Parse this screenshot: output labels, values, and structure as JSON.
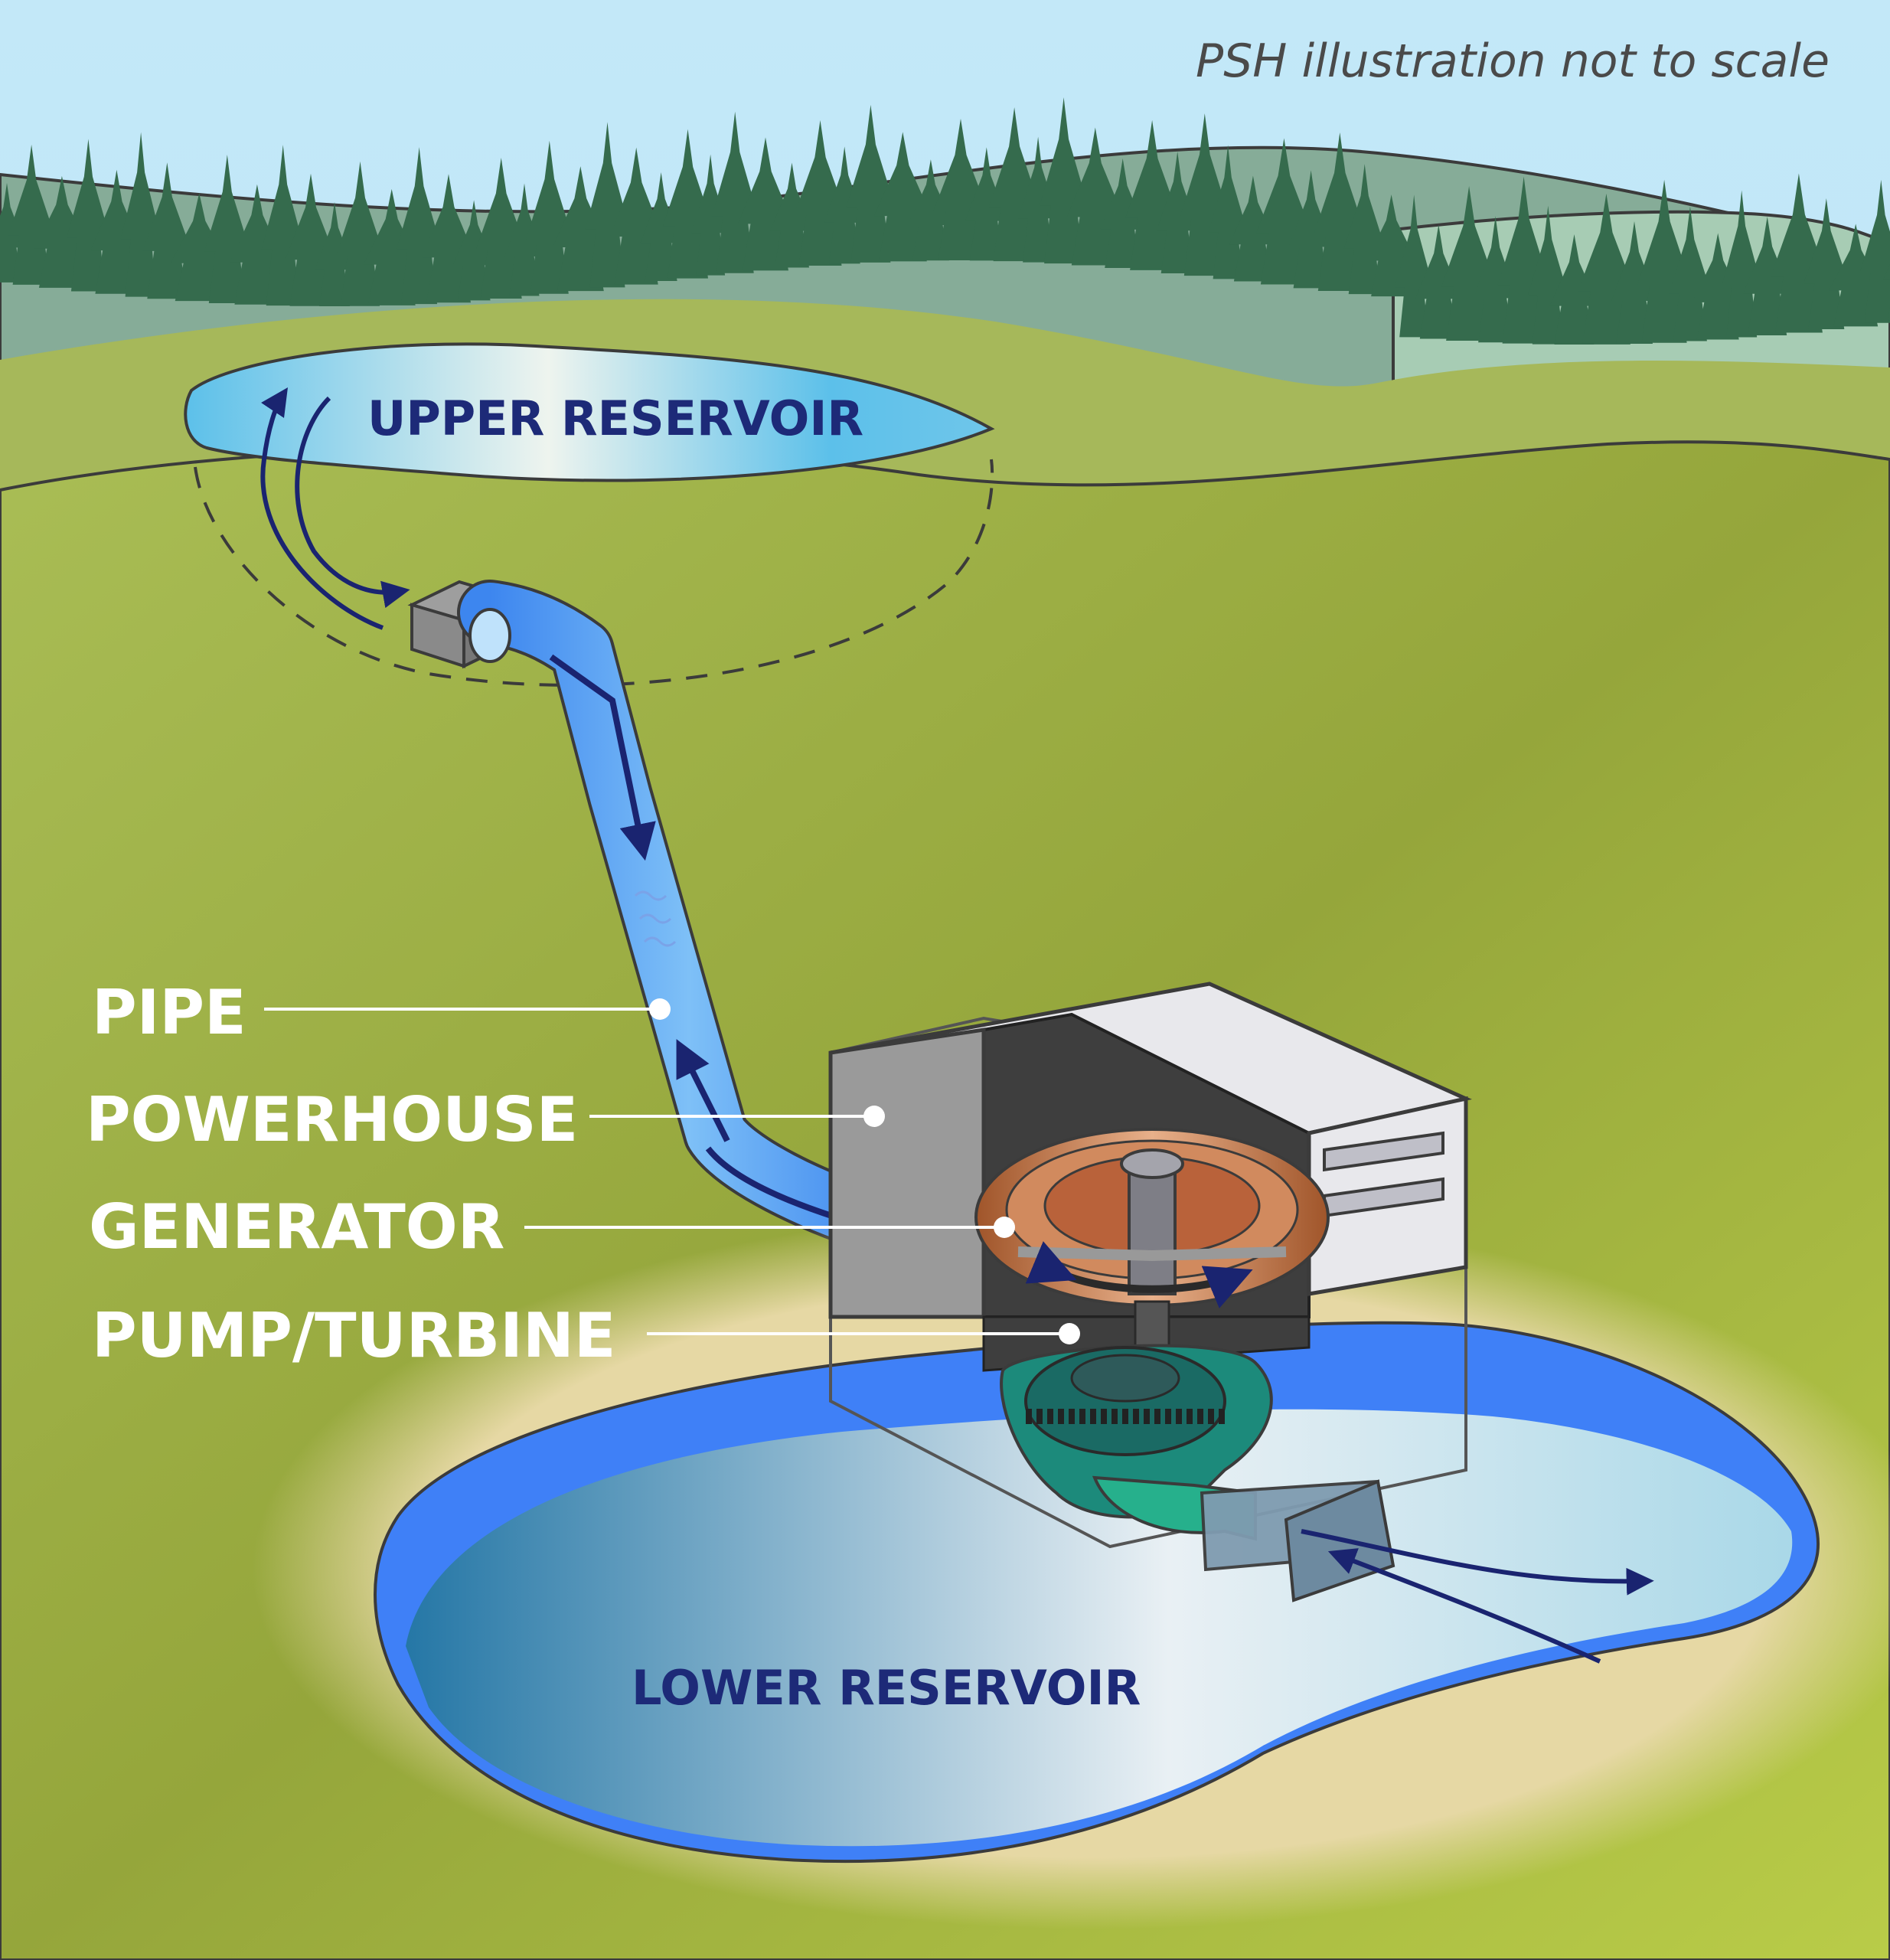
{
  "caption": "PSH illustration not to scale",
  "reservoirs": {
    "upper": "UPPER RESERVOIR",
    "lower": "LOWER RESERVOIR"
  },
  "callouts": {
    "pipe": "PIPE",
    "powerhouse": "POWERHOUSE",
    "generator": "GENERATOR",
    "pump_turbine": "PUMP/TURBINE"
  },
  "colors": {
    "sky": "#bfe6f6",
    "far_hills": "#86ac98",
    "near_hill": "#a6b85a",
    "ground": "#98a83e",
    "water": "#4a86f0",
    "label_dark": "#1d2a78",
    "arrow": "#1a2470",
    "turbine": "#1f8a7c"
  }
}
